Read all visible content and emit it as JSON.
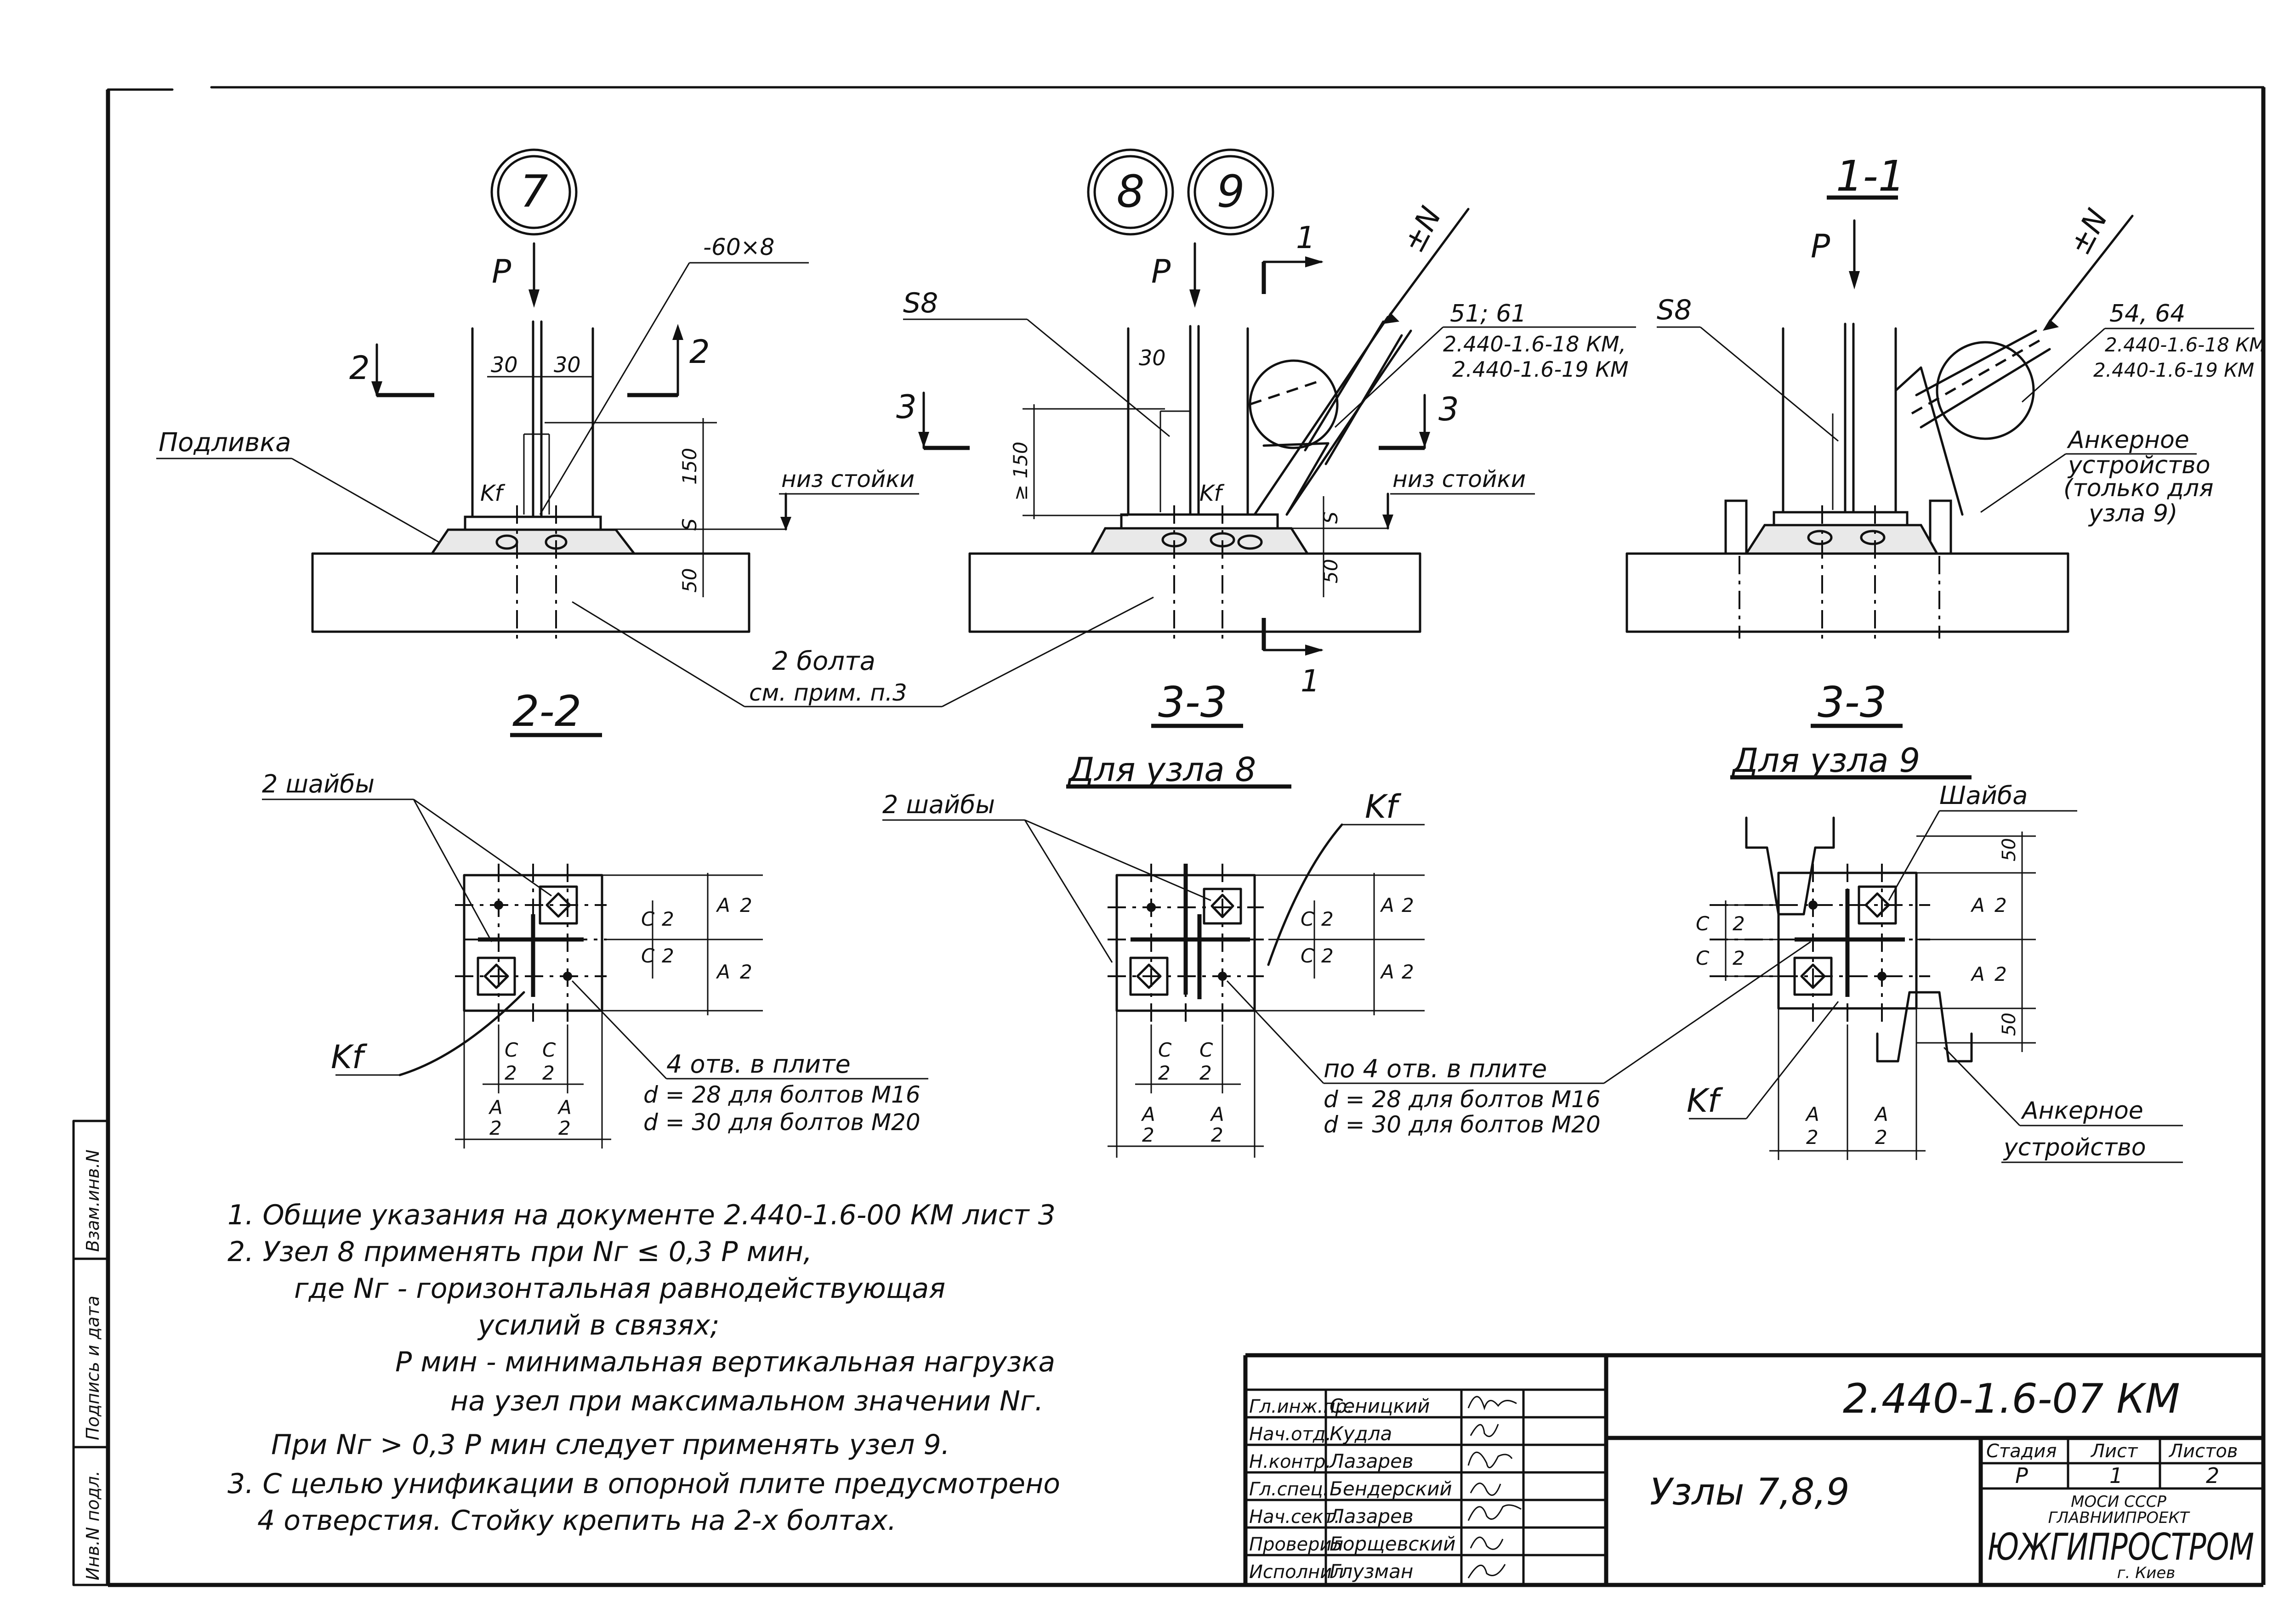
{
  "sheet": {
    "code": "2.440-1.6-07 КМ",
    "drawing_title": "Узлы 7,8,9",
    "stage_header": "Стадия",
    "sheet_header": "Лист",
    "sheets_header": "Листов",
    "stage": "Р",
    "sheet_no": "1",
    "sheets_total": "2",
    "org_line1": "МОСИ СССР",
    "org_line2": "ГЛАВНИИПРОЕКТ",
    "org_name": "ЮЖГИПРОСТРОМ",
    "org_city": "г. Киев"
  },
  "signatures": [
    {
      "role": "Гл.инж.пр.",
      "name": "Сеницкий"
    },
    {
      "role": "Нач.отд.",
      "name": "Кудла"
    },
    {
      "role": "Н.контр.",
      "name": "Лазарев"
    },
    {
      "role": "Гл.спец.",
      "name": "Бендерский"
    },
    {
      "role": "Нач.сект.",
      "name": "Лазарев"
    },
    {
      "role": "Проверил",
      "name": "Борщевский"
    },
    {
      "role": "Исполнил",
      "name": "Глузман"
    }
  ],
  "side_stamp": [
    "Инв.N подл.",
    "Подпись и дата",
    "Взам.инв.N"
  ],
  "nodes": {
    "n7": "7",
    "n8": "8",
    "n9": "9",
    "section_1_1": "1-1",
    "section_2_2": "2-2",
    "section_3_3_a": "3-3",
    "section_3_3_b": "3-3",
    "for_node_8": "Для узла 8",
    "for_node_9": "Для узла 9"
  },
  "labels": {
    "p": "P",
    "n": "±N",
    "plate": "-60×8",
    "grout": "Подливка",
    "column_bottom": "низ стойки",
    "s8": "S8",
    "kf": "Kf",
    "cut_1": "1",
    "cut_2": "2",
    "cut_3": "3",
    "d30": "30",
    "d150": "150",
    "d_ge150": "≥ 150",
    "d_s": "S",
    "d50": "50",
    "ref_8": "51; 61",
    "ref_8_doc1": "2.440-1.6-18 КМ,",
    "ref_8_doc2": "2.440-1.6-19 КМ",
    "ref_9": "54, 64",
    "ref_9_doc1": "2.440-1.6-18 КМ",
    "ref_9_doc2": "2.440-1.6-19 КМ",
    "anchor_1": "Анкерное",
    "anchor_2": "устройство",
    "anchor_3": "(только для",
    "anchor_4": "узла 9)",
    "bolts_1": "2 болта",
    "bolts_2": "см. прим. п.3",
    "washers": "2 шайбы",
    "washer": "Шайба",
    "holes_a": "4 отв. в плите",
    "holes_b": "по 4 отв. в плите",
    "d28": "d = 28 для болтов М16",
    "d30b": "d = 30 для болтов М20",
    "anchor_dev_1": "Анкерное",
    "anchor_dev_2": "устройство",
    "frac_c": "C",
    "frac_a": "A",
    "frac_2": "2"
  },
  "notes": [
    "1. Общие указания на документе 2.440-1.6-00 КМ лист 3",
    "2. Узел 8 применять при Nг ≤ 0,3 P мин,",
    "где Nг - горизонтальная равнодействующая",
    "усилий в связях;",
    "P мин - минимальная вертикальная нагрузка",
    "на узел при максимальном значении Nг.",
    "При Nг > 0,3 P мин следует применять узел 9.",
    "3. С целью унификации в опорной плите предусмотрено",
    "4 отверстия. Стойку крепить на 2-х болтах."
  ]
}
